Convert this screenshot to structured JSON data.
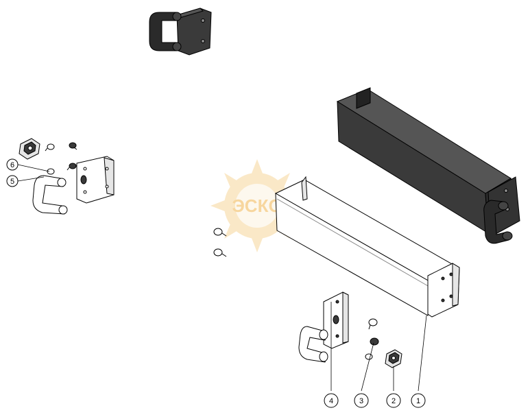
{
  "watermark": {
    "text": "ЭСКО",
    "color": "#f5c97a"
  },
  "callouts": [
    {
      "id": "c1",
      "label": "1"
    },
    {
      "id": "c2",
      "label": "2"
    },
    {
      "id": "c3",
      "label": "3"
    },
    {
      "id": "c4",
      "label": "4"
    },
    {
      "id": "c5",
      "label": "5"
    },
    {
      "id": "c6",
      "label": "6"
    }
  ],
  "colors": {
    "line": "#000000",
    "dark_fill": "#3a3a3a",
    "darker_fill": "#2a2a2a",
    "light_fill": "#ffffff",
    "shade_fill": "#e6e6e6"
  }
}
